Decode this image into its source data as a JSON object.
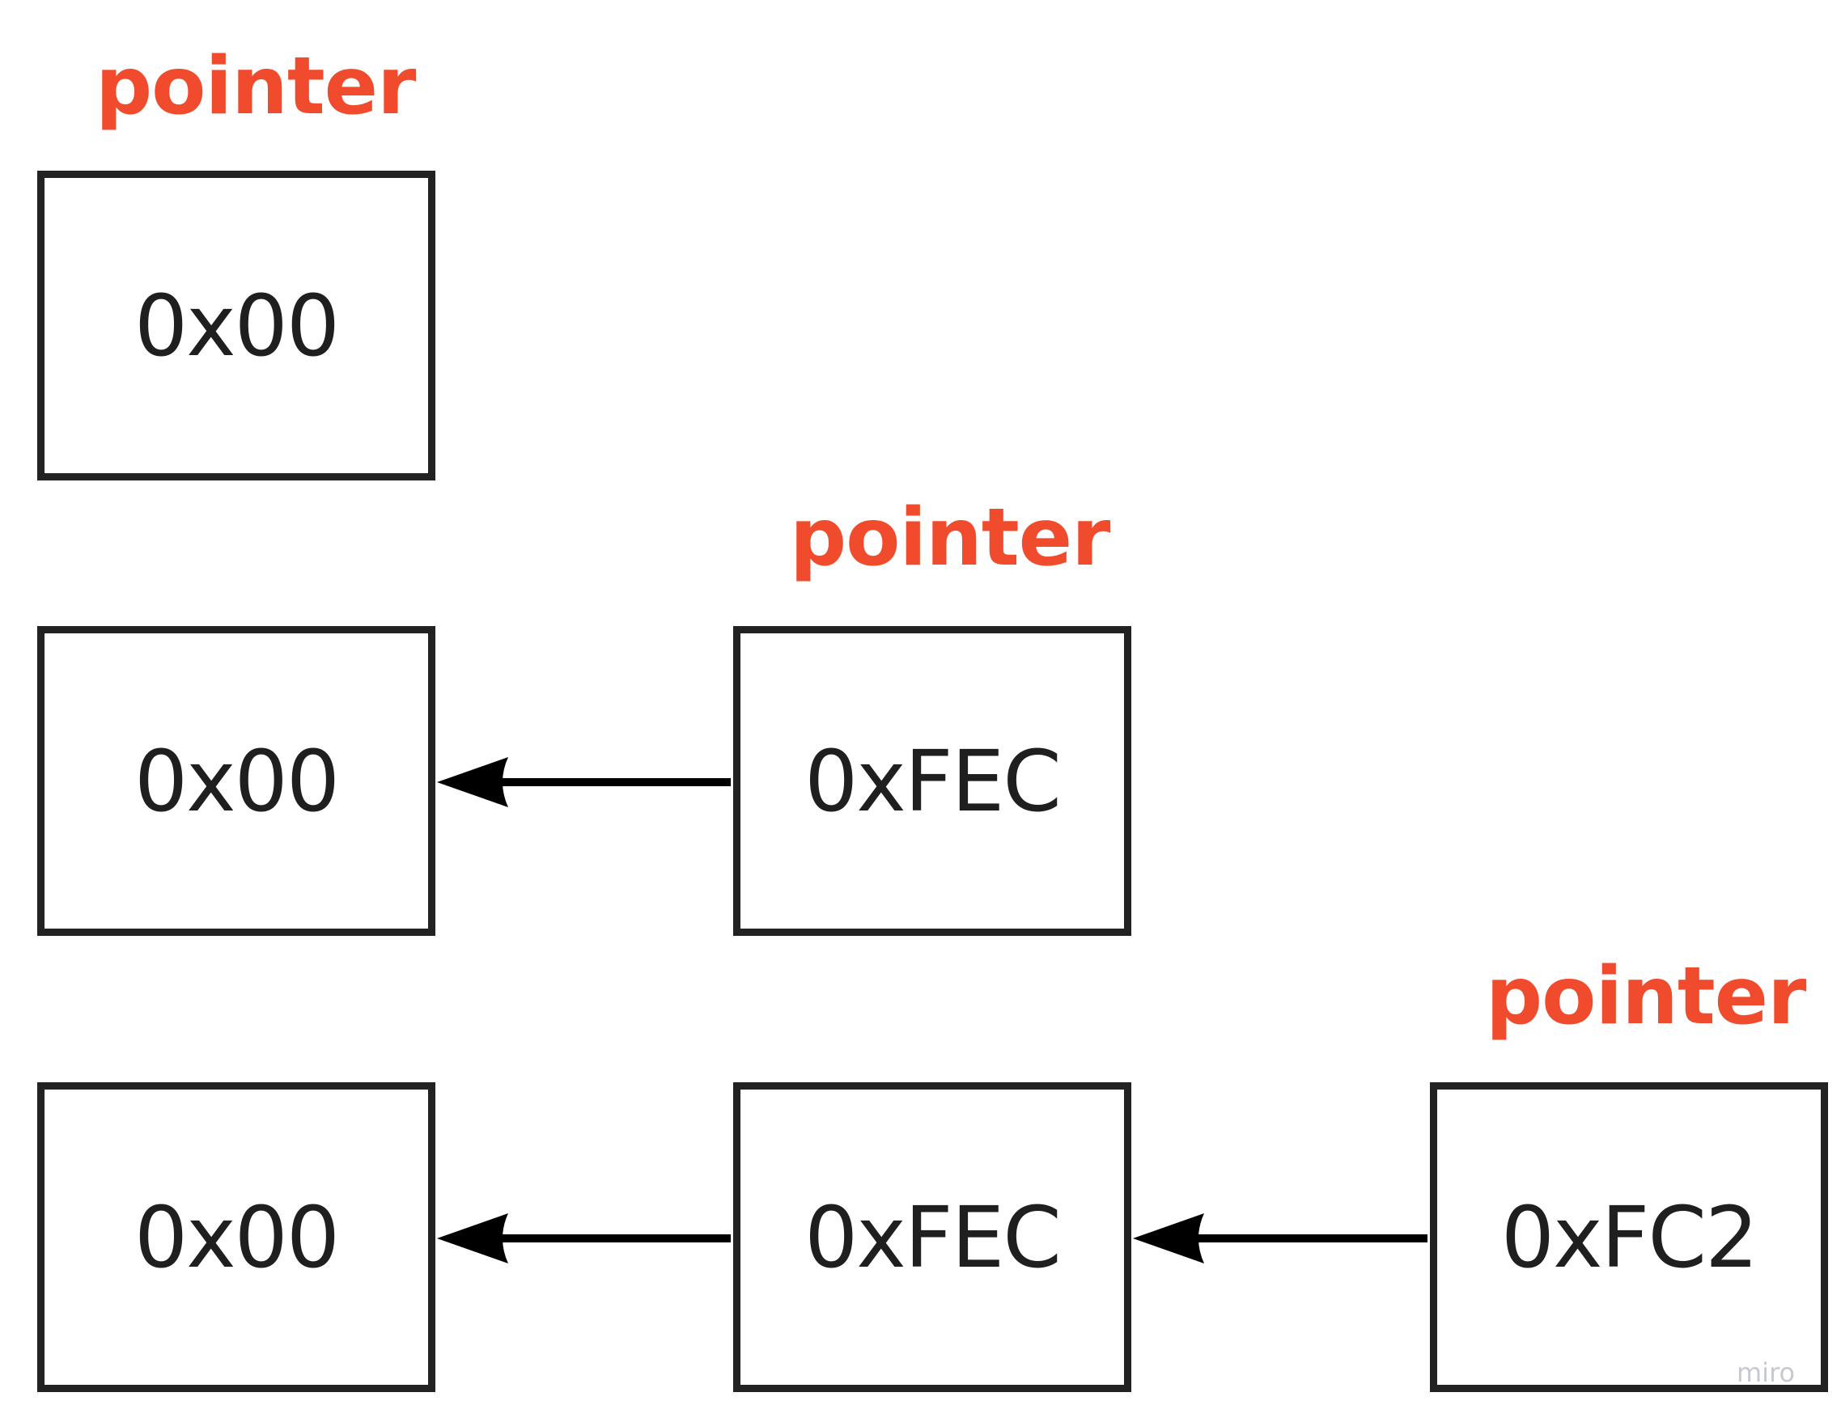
{
  "colors": {
    "label": "#f04b2c",
    "box_border": "#222222",
    "text": "#1f1f1f",
    "arrow": "#000000"
  },
  "rows": [
    {
      "label": "pointer",
      "boxes": [
        "0x00"
      ]
    },
    {
      "label": "pointer",
      "boxes": [
        "0x00",
        "0xFEC"
      ]
    },
    {
      "label": "pointer",
      "boxes": [
        "0x00",
        "0xFEC",
        "0xFC2"
      ]
    }
  ],
  "watermark": "miro"
}
